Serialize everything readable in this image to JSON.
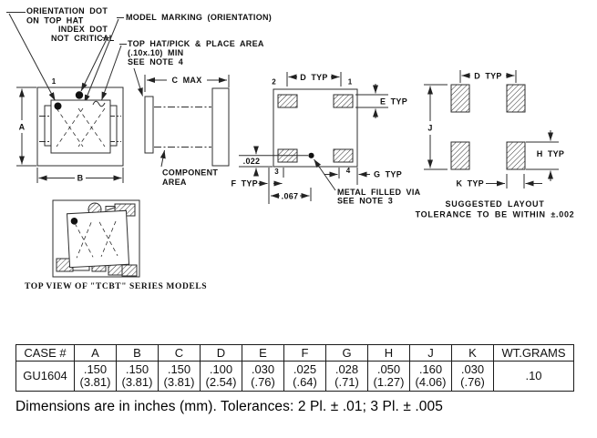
{
  "drawing": {
    "callouts": {
      "orientation_1": "ORIENTATION DOT",
      "orientation_2": "ON TOP HAT",
      "index_1": "INDEX DOT",
      "index_2": "NOT CRITICAL",
      "model_marking": "MODEL MARKING (ORIENTATION)",
      "tophat_1": "TOP HAT/PICK & PLACE AREA",
      "tophat_2": "(.10x.10) MIN",
      "tophat_3": "SEE NOTE 4",
      "component_1": "COMPONENT",
      "component_2": "AREA",
      "via_1": "METAL FILLED VIA",
      "via_2": "SEE NOTE 3"
    },
    "dims": {
      "a": "A",
      "b": "B",
      "c": "C MAX",
      "d": "D TYP",
      "e": "E TYP",
      "f": "F TYP",
      "g": "G TYP",
      "h": "H TYP",
      "j": "J",
      "k": "K TYP",
      "v022": ".022",
      "v067": ".067"
    },
    "pins": {
      "front_1": "1",
      "pad_1": "1",
      "pad_2": "2",
      "pad_3": "3",
      "pad_4": "4"
    },
    "layout_caption_1": "SUGGESTED LAYOUT",
    "layout_caption_2": "TOLERANCE TO BE WITHIN ±.002",
    "tcbt_caption": "TOP VIEW OF \"TCBT\" SERIES MODELS"
  },
  "table": {
    "headers": [
      "CASE #",
      "A",
      "B",
      "C",
      "D",
      "E",
      "F",
      "G",
      "H",
      "J",
      "K",
      "WT.GRAMS"
    ],
    "rows": [
      {
        "case": "GU1604",
        "cells": [
          [
            ".150",
            "(3.81)"
          ],
          [
            ".150",
            "(3.81)"
          ],
          [
            ".150",
            "(3.81)"
          ],
          [
            ".100",
            "(2.54)"
          ],
          [
            ".030",
            "(.76)"
          ],
          [
            ".025",
            "(.64)"
          ],
          [
            ".028",
            "(.71)"
          ],
          [
            ".050",
            "(1.27)"
          ],
          [
            ".160",
            "(4.06)"
          ],
          [
            ".030",
            "(.76)"
          ]
        ],
        "wt": ".10"
      }
    ]
  },
  "footnote": "Dimensions are in inches (mm). Tolerances: 2 Pl. ± .01; 3 Pl. ± .005",
  "colors": {
    "ink": "#1f1f1f",
    "background": "#ffffff"
  }
}
